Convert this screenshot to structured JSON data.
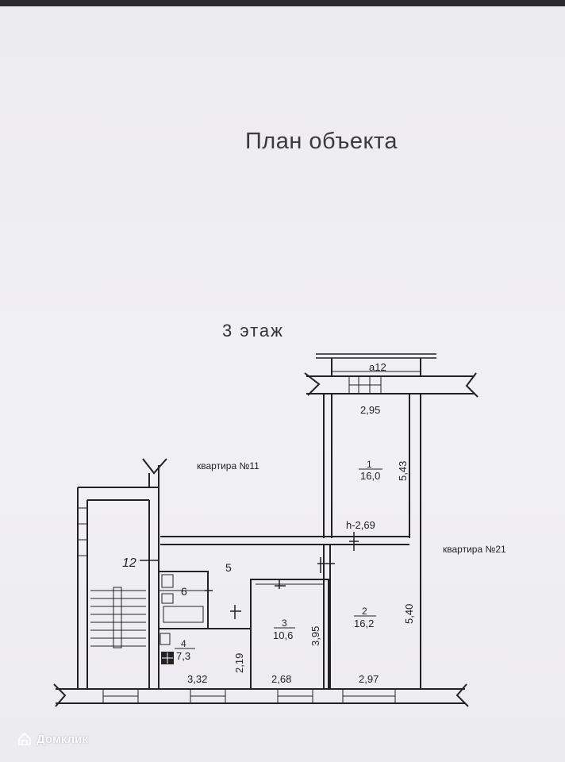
{
  "document": {
    "title": "План объекта",
    "floor_label": "3 этаж"
  },
  "plan": {
    "apartment_left": "квартира №11",
    "apartment_right": "квартира №21",
    "balcony_label": "а12",
    "stair_label": "12",
    "rooms": [
      {
        "number": "1",
        "area": "16,0"
      },
      {
        "number": "2",
        "area": "16,2"
      },
      {
        "number": "3",
        "area": "10,6"
      },
      {
        "number": "4",
        "area": "7,3"
      },
      {
        "number": "5",
        "area": ""
      },
      {
        "number": "6",
        "area": ""
      }
    ],
    "dimensions": {
      "room1_width": "2,95",
      "room1_length": "5,43",
      "ceiling_height": "h-2,69",
      "room2_length": "5,40",
      "room3_length": "3,95",
      "room4_depth": "2,19",
      "bottom_kitchen": "3,32",
      "bottom_room3": "2,68",
      "bottom_room2": "2,97"
    }
  },
  "watermark": {
    "text": "Домклик",
    "icon": "house-logo-icon"
  }
}
